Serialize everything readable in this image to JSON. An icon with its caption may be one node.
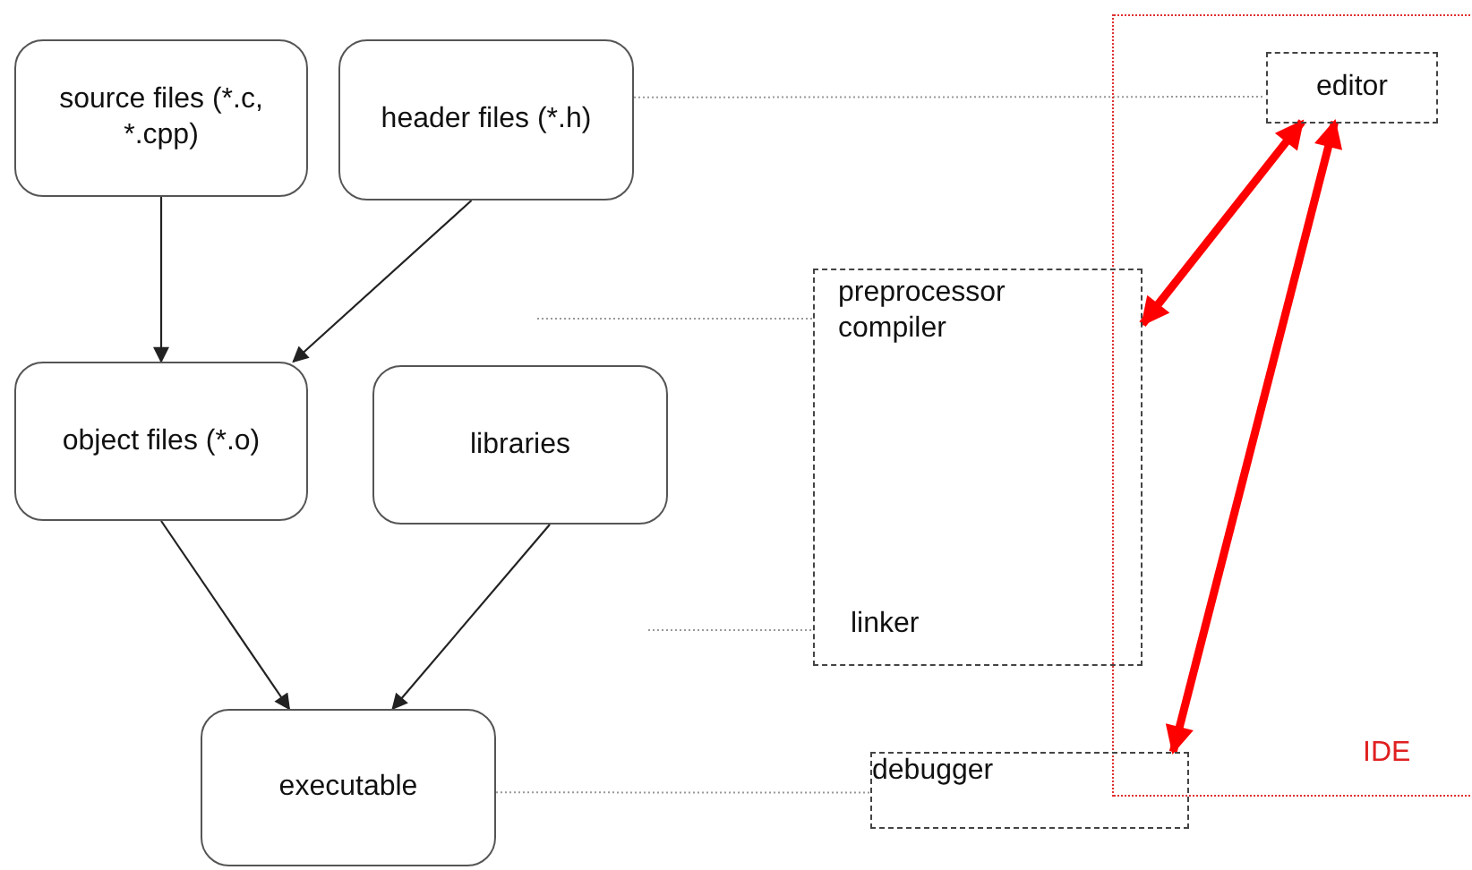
{
  "diagram": {
    "nodes": [
      {
        "text": [
          "source files (*.c, *.cpp)"
        ]
      },
      {
        "text": [
          "header files (*.h)"
        ]
      },
      {
        "text": [
          "object files (*.o)"
        ]
      },
      {
        "text": [
          "libraries"
        ]
      },
      {
        "text": [
          "executable"
        ]
      },
      {
        "text": [
          "IDE"
        ]
      },
      {
        "text": [
          "editor"
        ],
        "in": 5
      },
      {
        "text": [
          "preprocessor compiler",
          "linker"
        ]
      },
      {
        "text": [
          "debugger"
        ]
      }
    ],
    "edges": [
      {
        "from": 0,
        "to": 2,
        "arrow": "to"
      },
      {
        "from": 1,
        "to": 2,
        "arrow": "to"
      },
      {
        "from": 2,
        "to": 4,
        "arrow": "to"
      },
      {
        "from": 3,
        "to": 4,
        "arrow": "to"
      },
      {
        "from": 1,
        "to": 6,
        "arrow": "none",
        "style": "dashed",
        "color": "#999999"
      },
      {
        "from": null,
        "to": 7,
        "arrow": "none",
        "style": "dashed",
        "color": "#999999"
      },
      {
        "from": null,
        "to": 7,
        "arrow": "none",
        "style": "dashed",
        "color": "#999999"
      },
      {
        "from": 4,
        "to": 8,
        "arrow": "none",
        "style": "dashed",
        "color": "#999999"
      },
      {
        "from": 6,
        "to": 7,
        "arrow": "both",
        "style": "thick",
        "color": "#ff0000"
      },
      {
        "from": 6,
        "to": 8,
        "arrow": "both",
        "style": "thick",
        "color": "#ff0000"
      }
    ]
  }
}
